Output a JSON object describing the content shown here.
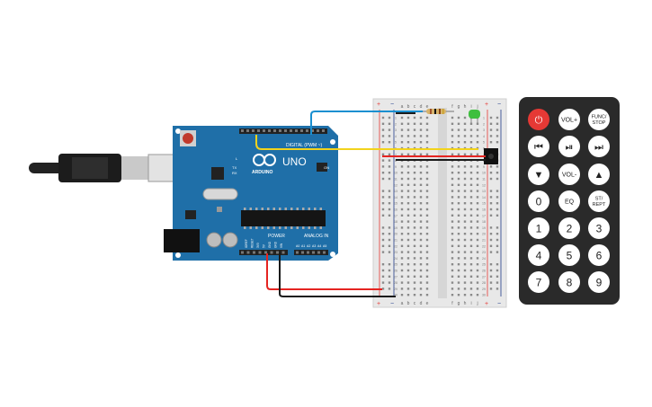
{
  "arduino": {
    "model": "UNO",
    "brand": "ARDUINO",
    "digital_label": "DIGITAL (PWM ~)",
    "power_label": "POWER",
    "analog_label": "ANALOG IN",
    "tx_label": "TX",
    "rx_label": "RX",
    "l_label": "L",
    "on_label": "ON",
    "power_pins": [
      "IOREF",
      "RESET",
      "3V3",
      "5V",
      "GND",
      "GND",
      "VIN"
    ],
    "analog_pins": [
      "A0",
      "A1",
      "A2",
      "A3",
      "A4",
      "A5"
    ],
    "board_color": "#1f6fa8"
  },
  "breadboard": {
    "col_letters_left": [
      "a",
      "b",
      "c",
      "d",
      "e"
    ],
    "col_letters_right": [
      "f",
      "g",
      "h",
      "i",
      "j"
    ],
    "row_count": 30,
    "row_numbers": [
      1,
      2,
      3,
      4,
      5,
      6,
      7,
      8,
      9,
      10,
      11,
      12,
      13,
      14,
      15,
      16,
      17,
      18,
      19,
      20,
      21,
      22,
      23,
      24,
      25,
      26,
      27,
      28,
      29,
      30
    ],
    "plus_sign": "+",
    "minus_sign": "−"
  },
  "wires": {
    "blue": "#1a8fd0",
    "yellow": "#f2d31c",
    "red": "#e52421",
    "black": "#1a1a1a"
  },
  "remote": {
    "rows": [
      [
        {
          "id": "power",
          "label": "⏻",
          "style": "red"
        },
        {
          "id": "vol-up",
          "label": "VOL+",
          "style": "white"
        },
        {
          "id": "func-stop",
          "label": "FUNC/\nSTOP",
          "style": "white"
        }
      ],
      [
        {
          "id": "prev",
          "label": "⏮",
          "style": "white"
        },
        {
          "id": "play-pause",
          "label": "⏯",
          "style": "white"
        },
        {
          "id": "next",
          "label": "⏭",
          "style": "white"
        }
      ],
      [
        {
          "id": "down",
          "label": "▼",
          "style": "white"
        },
        {
          "id": "vol-down",
          "label": "VOL-",
          "style": "white"
        },
        {
          "id": "up",
          "label": "▲",
          "style": "white"
        }
      ],
      [
        {
          "id": "zero",
          "label": "0",
          "style": "white"
        },
        {
          "id": "eq",
          "label": "EQ",
          "style": "white"
        },
        {
          "id": "st-rept",
          "label": "ST/\nREPT",
          "style": "white"
        }
      ],
      [
        {
          "id": "one",
          "label": "1",
          "style": "white"
        },
        {
          "id": "two",
          "label": "2",
          "style": "white"
        },
        {
          "id": "three",
          "label": "3",
          "style": "white"
        }
      ],
      [
        {
          "id": "four",
          "label": "4",
          "style": "white"
        },
        {
          "id": "five",
          "label": "5",
          "style": "white"
        },
        {
          "id": "six",
          "label": "6",
          "style": "white"
        }
      ],
      [
        {
          "id": "seven",
          "label": "7",
          "style": "white"
        },
        {
          "id": "eight",
          "label": "8",
          "style": "white"
        },
        {
          "id": "nine",
          "label": "9",
          "style": "white"
        }
      ]
    ]
  }
}
